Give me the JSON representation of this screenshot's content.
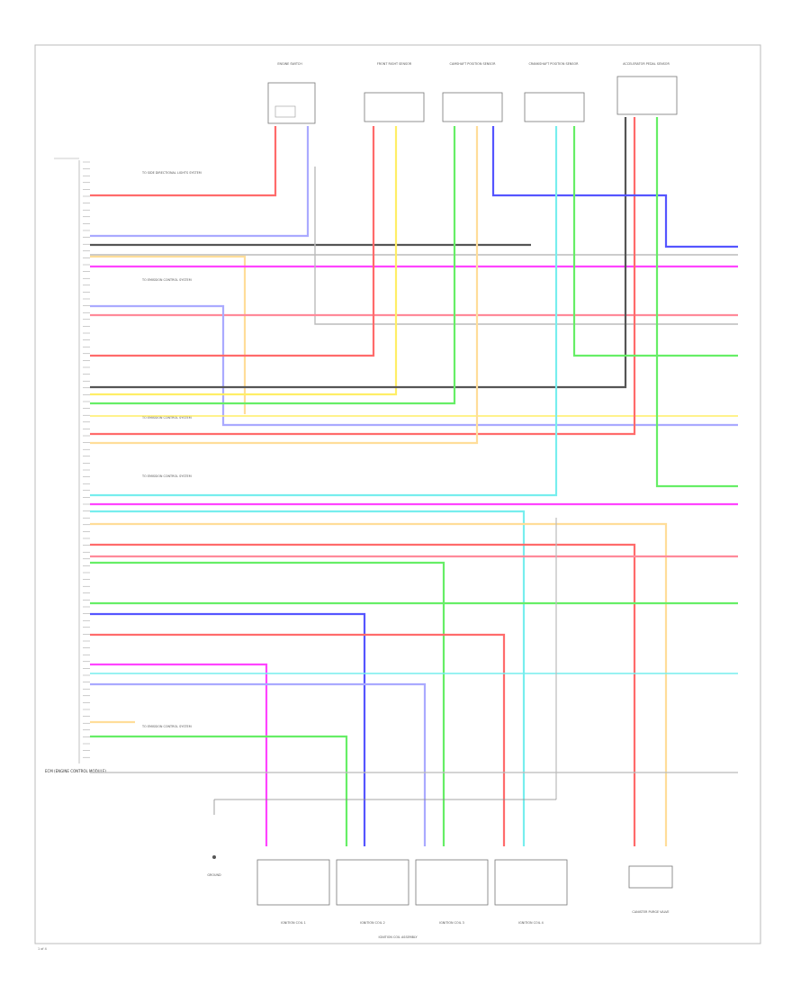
{
  "diagram": {
    "colors": {
      "red": "#ff6b6b",
      "pink": "#ff8a9a",
      "yellow": "#ffee66",
      "green": "#66ee66",
      "cyan": "#77eeee",
      "blue": "#5555ff",
      "violet": "#aaaaff",
      "magenta": "#ff44ff",
      "black": "#555555",
      "grey": "#bbbbbb",
      "orange": "#ffdd99"
    },
    "top_components": [
      {
        "id": "comp-1",
        "label": "ENGINE SWITCH"
      },
      {
        "id": "comp-2",
        "label": "FRONT RIGHT SENSOR"
      },
      {
        "id": "comp-3",
        "label": "CAMSHAFT POSITION SENSOR"
      },
      {
        "id": "comp-4",
        "label": "CRANKSHAFT POSITION SENSOR"
      },
      {
        "id": "comp-5",
        "label": "ACCELERATOR PEDAL SENSOR"
      }
    ],
    "left_connector": {
      "label": "ECM (ENGINE CONTROL MODULE)"
    },
    "left_annotations": [
      "TO SIDE DIRECTIONAL LIGHTS SYSTEM",
      "TO EMISSION CONTROL SYSTEM",
      "TO EMISSION CONTROL SYSTEM",
      "TO EMISSION CONTROL SYSTEM",
      "TO EMISSION CONTROL SYSTEM"
    ],
    "bottom_components": [
      {
        "id": "gnd",
        "label": "GROUND"
      },
      {
        "id": "coil-1",
        "label": "IGNITION COIL 1"
      },
      {
        "id": "coil-2",
        "label": "IGNITION COIL 2"
      },
      {
        "id": "coil-3",
        "label": "IGNITION COIL 3"
      },
      {
        "id": "coil-4",
        "label": "IGNITION COIL 4"
      },
      {
        "id": "canister",
        "label": "CANISTER PURGE VALVE"
      }
    ],
    "bottom_caption": "IGNITION COIL ASSEMBLY",
    "footer": "1 of 4"
  }
}
